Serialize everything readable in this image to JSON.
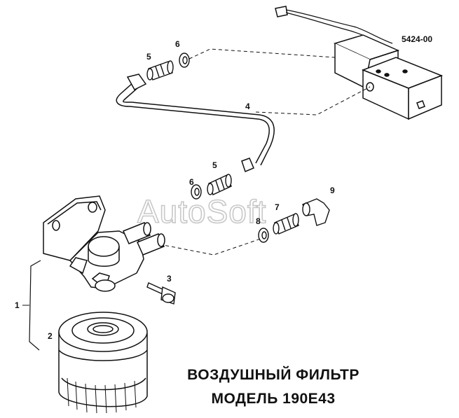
{
  "reference_code": "5424-00",
  "watermark": "AutoSoft",
  "callouts": {
    "c1": "1",
    "c2": "2",
    "c3": "3",
    "c4": "4",
    "c5a": "5",
    "c5b": "5",
    "c6a": "6",
    "c6b": "6",
    "c7": "7",
    "c8": "8",
    "c9": "9"
  },
  "title": {
    "line1": "ВОЗДУШНЫЙ ФИЛЬТР",
    "line2": "МОДЕЛЬ 190Е43"
  }
}
